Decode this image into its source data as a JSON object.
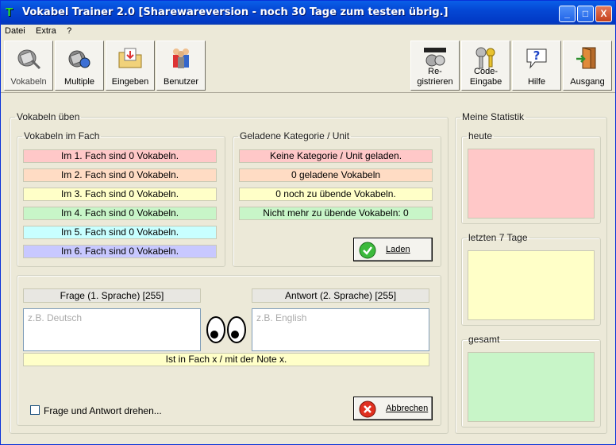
{
  "window": {
    "title": "Vokabel Trainer 2.0 [Sharewareversion - noch 30 Tage zum testen übrig.]",
    "app_icon": "T",
    "controls": {
      "minimize": "_",
      "maximize": "□",
      "close": "X"
    }
  },
  "menu": [
    "Datei",
    "Extra",
    "?"
  ],
  "toolbar": {
    "left": [
      {
        "label": "Vokabeln",
        "icon": "vocab-icon"
      },
      {
        "label": "Multiple",
        "icon": "multiple-icon"
      },
      {
        "label": "Eingeben",
        "icon": "folder-input-icon"
      },
      {
        "label": "Benutzer",
        "icon": "users-icon"
      }
    ],
    "right": [
      {
        "label_line1": "Re-",
        "label_line2": "gistrieren",
        "icon": "register-icon"
      },
      {
        "label_line1": "Code-",
        "label_line2": "Eingabe",
        "icon": "keys-icon"
      },
      {
        "label_line1": "Hilfe",
        "label_line2": "",
        "icon": "help-icon"
      },
      {
        "label_line1": "Ausgang",
        "label_line2": "",
        "icon": "exit-door-icon"
      }
    ]
  },
  "practice": {
    "legend": "Vokabeln üben",
    "fach": {
      "legend": "Vokabeln im Fach",
      "items": [
        {
          "text": "Im 1. Fach sind 0 Vokabeln.",
          "color": "#ffc8c8"
        },
        {
          "text": "Im 2. Fach sind 0 Vokabeln.",
          "color": "#ffdcc4"
        },
        {
          "text": "Im 3. Fach sind 0 Vokabeln.",
          "color": "#ffffc8"
        },
        {
          "text": "Im 4. Fach sind 0 Vokabeln.",
          "color": "#c8f5c8"
        },
        {
          "text": "Im 5. Fach sind 0 Vokabeln.",
          "color": "#c8ffff"
        },
        {
          "text": "Im 6. Fach sind 0 Vokabeln.",
          "color": "#c8c8ff"
        }
      ]
    },
    "kategorie": {
      "legend": "Geladene Kategorie / Unit",
      "items": [
        {
          "text": "Keine Kategorie / Unit geladen.",
          "color": "#ffc8c8"
        },
        {
          "text": "0 geladene Vokabeln",
          "color": "#ffdcc4"
        },
        {
          "text": "0 noch zu übende Vokabeln.",
          "color": "#ffffc8"
        },
        {
          "text": "Nicht mehr zu übende Vokabeln: 0",
          "color": "#c8f5c8"
        }
      ],
      "load_button": "Laden"
    },
    "question_header": "Frage (1. Sprache) [255]",
    "answer_header": "Antwort (2. Sprache) [255]",
    "question_placeholder": "z.B. Deutsch",
    "answer_placeholder": "z.B. English",
    "status": "Ist in Fach x / mit der Note x.",
    "swap_checkbox_label": "Frage und Antwort drehen...",
    "cancel_button": "Abbrechen"
  },
  "stats": {
    "legend": "Meine Statistik",
    "today": {
      "legend": "heute",
      "color": "#ffc8c8"
    },
    "week": {
      "legend": "letzten 7 Tage",
      "color": "#ffffc8"
    },
    "total": {
      "legend": "gesamt",
      "color": "#c8f5c8"
    }
  }
}
